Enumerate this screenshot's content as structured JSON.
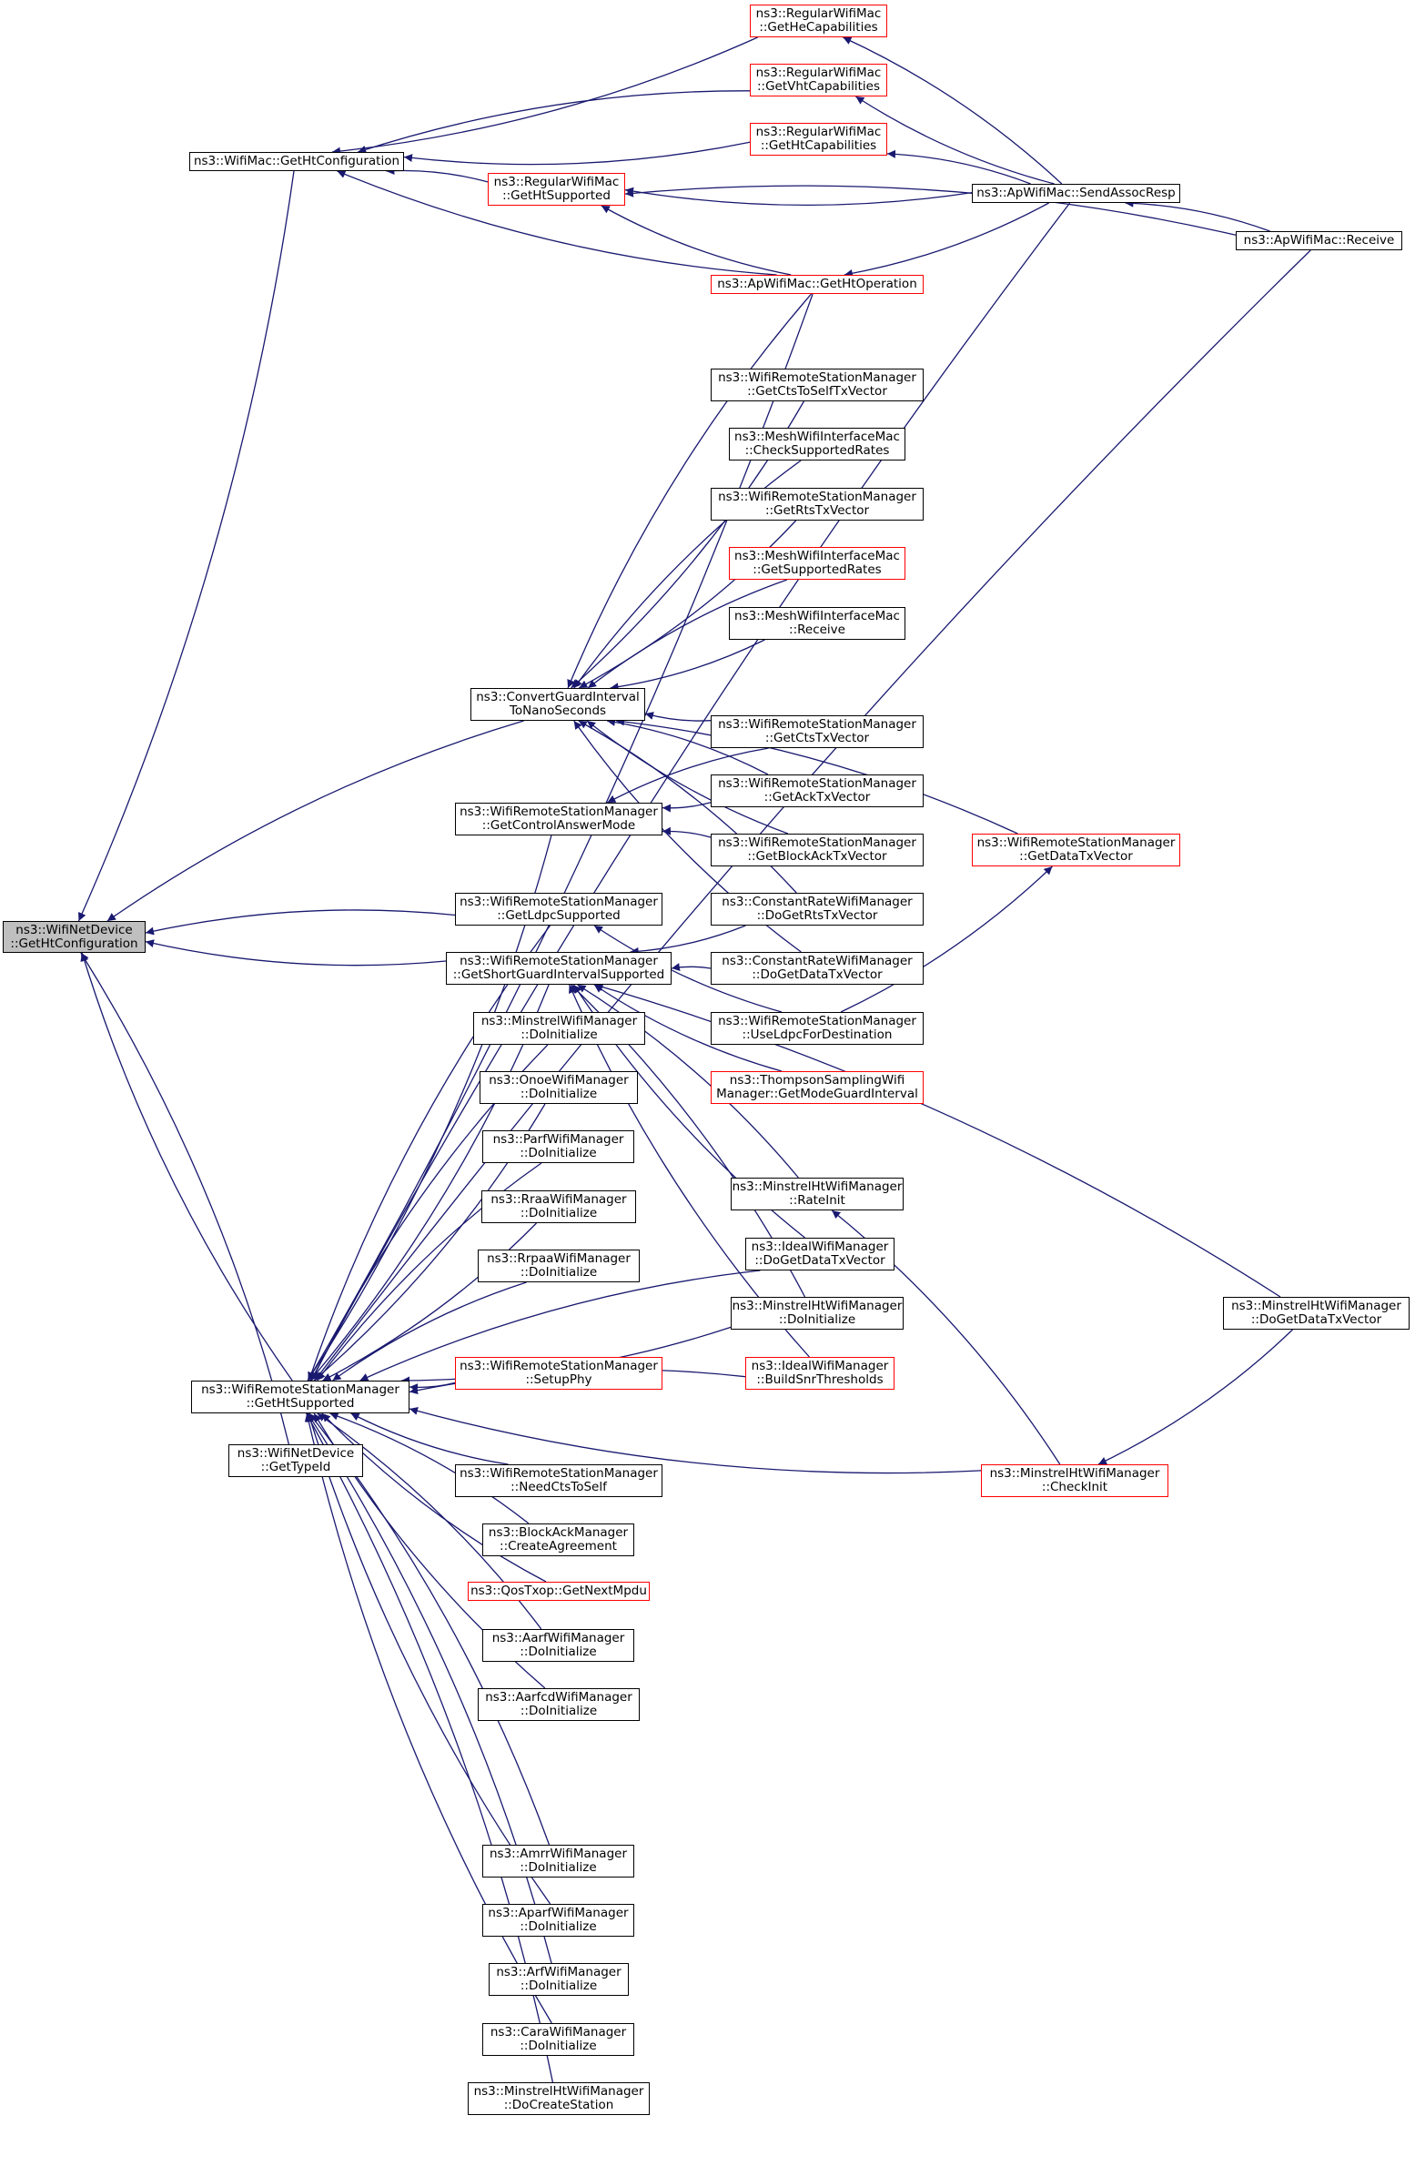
{
  "graph": {
    "edge_color": "#191970",
    "root_fill": "#bfbfbf",
    "nodes": {
      "root": {
        "lines": [
          "ns3::WifiNetDevice",
          "::GetHtConfiguration"
        ],
        "border": "#000000"
      },
      "mac_get_ht_config": {
        "lines": [
          "ns3::WifiMac::GetHtConfiguration"
        ],
        "border": "#000000"
      },
      "rwm_get_he_caps": {
        "lines": [
          "ns3::RegularWifiMac",
          "::GetHeCapabilities"
        ],
        "border": "#ff0000"
      },
      "rwm_get_vht_caps": {
        "lines": [
          "ns3::RegularWifiMac",
          "::GetVhtCapabilities"
        ],
        "border": "#ff0000"
      },
      "rwm_get_ht_caps": {
        "lines": [
          "ns3::RegularWifiMac",
          "::GetHtCapabilities"
        ],
        "border": "#ff0000"
      },
      "rwm_get_ht_supported": {
        "lines": [
          "ns3::RegularWifiMac",
          "::GetHtSupported"
        ],
        "border": "#ff0000"
      },
      "ap_send_assoc_resp": {
        "lines": [
          "ns3::ApWifiMac::SendAssocResp"
        ],
        "border": "#000000"
      },
      "ap_receive": {
        "lines": [
          "ns3::ApWifiMac::Receive"
        ],
        "border": "#000000"
      },
      "ap_get_ht_operation": {
        "lines": [
          "ns3::ApWifiMac::GetHtOperation"
        ],
        "border": "#ff0000"
      },
      "wrsm_get_cts_to_self": {
        "lines": [
          "ns3::WifiRemoteStationManager",
          "::GetCtsToSelfTxVector"
        ],
        "border": "#000000"
      },
      "mesh_check_rates": {
        "lines": [
          "ns3::MeshWifiInterfaceMac",
          "::CheckSupportedRates"
        ],
        "border": "#000000"
      },
      "wrsm_get_rts": {
        "lines": [
          "ns3::WifiRemoteStationManager",
          "::GetRtsTxVector"
        ],
        "border": "#000000"
      },
      "mesh_get_rates": {
        "lines": [
          "ns3::MeshWifiInterfaceMac",
          "::GetSupportedRates"
        ],
        "border": "#ff0000"
      },
      "mesh_receive": {
        "lines": [
          "ns3::MeshWifiInterfaceMac",
          "::Receive"
        ],
        "border": "#000000"
      },
      "convert_gi": {
        "lines": [
          "ns3::ConvertGuardInterval",
          "ToNanoSeconds"
        ],
        "border": "#000000"
      },
      "wrsm_get_cts": {
        "lines": [
          "ns3::WifiRemoteStationManager",
          "::GetCtsTxVector"
        ],
        "border": "#000000"
      },
      "wrsm_control_answer": {
        "lines": [
          "ns3::WifiRemoteStationManager",
          "::GetControlAnswerMode"
        ],
        "border": "#000000"
      },
      "wrsm_get_ack": {
        "lines": [
          "ns3::WifiRemoteStationManager",
          "::GetAckTxVector"
        ],
        "border": "#000000"
      },
      "wrsm_get_block_ack": {
        "lines": [
          "ns3::WifiRemoteStationManager",
          "::GetBlockAckTxVector"
        ],
        "border": "#000000"
      },
      "wrsm_get_data": {
        "lines": [
          "ns3::WifiRemoteStationManager",
          "::GetDataTxVector"
        ],
        "border": "#ff0000"
      },
      "wrsm_ldpc_supported": {
        "lines": [
          "ns3::WifiRemoteStationManager",
          "::GetLdpcSupported"
        ],
        "border": "#000000"
      },
      "crwm_rts": {
        "lines": [
          "ns3::ConstantRateWifiManager",
          "::DoGetRtsTxVector"
        ],
        "border": "#000000"
      },
      "wrsm_sgi_supported": {
        "lines": [
          "ns3::WifiRemoteStationManager",
          "::GetShortGuardIntervalSupported"
        ],
        "border": "#000000"
      },
      "crwm_data": {
        "lines": [
          "ns3::ConstantRateWifiManager",
          "::DoGetDataTxVector"
        ],
        "border": "#000000"
      },
      "minstrel_doinit": {
        "lines": [
          "ns3::MinstrelWifiManager",
          "::DoInitialize"
        ],
        "border": "#000000"
      },
      "wrsm_use_ldpc": {
        "lines": [
          "ns3::WifiRemoteStationManager",
          "::UseLdpcForDestination"
        ],
        "border": "#000000"
      },
      "thompson_gi": {
        "lines": [
          "ns3::ThompsonSamplingWifi",
          "Manager::GetModeGuardInterval"
        ],
        "border": "#ff0000"
      },
      "onoe_doinit": {
        "lines": [
          "ns3::OnoeWifiManager",
          "::DoInitialize"
        ],
        "border": "#000000"
      },
      "parf_doinit": {
        "lines": [
          "ns3::ParfWifiManager",
          "::DoInitialize"
        ],
        "border": "#000000"
      },
      "mht_rateinit": {
        "lines": [
          "ns3::MinstrelHtWifiManager",
          "::RateInit"
        ],
        "border": "#000000"
      },
      "rraa_doinit": {
        "lines": [
          "ns3::RraaWifiManager",
          "::DoInitialize"
        ],
        "border": "#000000"
      },
      "ideal_data": {
        "lines": [
          "ns3::IdealWifiManager",
          "::DoGetDataTxVector"
        ],
        "border": "#000000"
      },
      "rrpaa_doinit": {
        "lines": [
          "ns3::RrpaaWifiManager",
          "::DoInitialize"
        ],
        "border": "#000000"
      },
      "mht_doinit": {
        "lines": [
          "ns3::MinstrelHtWifiManager",
          "::DoInitialize"
        ],
        "border": "#000000"
      },
      "mht_data": {
        "lines": [
          "ns3::MinstrelHtWifiManager",
          "::DoGetDataTxVector"
        ],
        "border": "#000000"
      },
      "wrsm_ht_supported": {
        "lines": [
          "ns3::WifiRemoteStationManager",
          "::GetHtSupported"
        ],
        "border": "#000000"
      },
      "wrsm_setup_phy": {
        "lines": [
          "ns3::WifiRemoteStationManager",
          "::SetupPhy"
        ],
        "border": "#ff0000"
      },
      "ideal_snr": {
        "lines": [
          "ns3::IdealWifiManager",
          "::BuildSnrThresholds"
        ],
        "border": "#ff0000"
      },
      "wnd_get_type": {
        "lines": [
          "ns3::WifiNetDevice",
          "::GetTypeId"
        ],
        "border": "#000000"
      },
      "wrsm_need_cts": {
        "lines": [
          "ns3::WifiRemoteStationManager",
          "::NeedCtsToSelf"
        ],
        "border": "#000000"
      },
      "mht_checkinit": {
        "lines": [
          "ns3::MinstrelHtWifiManager",
          "::CheckInit"
        ],
        "border": "#ff0000"
      },
      "block_ack": {
        "lines": [
          "ns3::BlockAckManager",
          "::CreateAgreement"
        ],
        "border": "#000000"
      },
      "qos_next_mpdu": {
        "lines": [
          "ns3::QosTxop::GetNextMpdu"
        ],
        "border": "#ff0000"
      },
      "aarf_doinit": {
        "lines": [
          "ns3::AarfWifiManager",
          "::DoInitialize"
        ],
        "border": "#000000"
      },
      "aarfcd_doinit": {
        "lines": [
          "ns3::AarfcdWifiManager",
          "::DoInitialize"
        ],
        "border": "#000000"
      },
      "amrr_doinit": {
        "lines": [
          "ns3::AmrrWifiManager",
          "::DoInitialize"
        ],
        "border": "#000000"
      },
      "aparf_doinit": {
        "lines": [
          "ns3::AparfWifiManager",
          "::DoInitialize"
        ],
        "border": "#000000"
      },
      "arf_doinit": {
        "lines": [
          "ns3::ArfWifiManager",
          "::DoInitialize"
        ],
        "border": "#000000"
      },
      "cara_doinit": {
        "lines": [
          "ns3::CaraWifiManager",
          "::DoInitialize"
        ],
        "border": "#000000"
      },
      "mht_create_station": {
        "lines": [
          "ns3::MinstrelHtWifiManager",
          "::DoCreateStation"
        ],
        "border": "#000000"
      }
    },
    "edges": [
      [
        "mac_get_ht_config",
        "root"
      ],
      [
        "wrsm_ldpc_supported",
        "root"
      ],
      [
        "wrsm_sgi_supported",
        "root"
      ],
      [
        "convert_gi",
        "root"
      ],
      [
        "wrsm_ht_supported",
        "root"
      ],
      [
        "wnd_get_type",
        "root"
      ],
      [
        "rwm_get_he_caps",
        "mac_get_ht_config"
      ],
      [
        "rwm_get_vht_caps",
        "mac_get_ht_config"
      ],
      [
        "rwm_get_ht_caps",
        "mac_get_ht_config"
      ],
      [
        "rwm_get_ht_supported",
        "mac_get_ht_config"
      ],
      [
        "ap_get_ht_operation",
        "mac_get_ht_config"
      ],
      [
        "ap_send_assoc_resp",
        "rwm_get_he_caps"
      ],
      [
        "ap_send_assoc_resp",
        "rwm_get_vht_caps"
      ],
      [
        "ap_send_assoc_resp",
        "rwm_get_ht_caps"
      ],
      [
        "ap_send_assoc_resp",
        "rwm_get_ht_supported"
      ],
      [
        "ap_receive",
        "rwm_get_ht_supported"
      ],
      [
        "ap_get_ht_operation",
        "rwm_get_ht_supported"
      ],
      [
        "ap_receive",
        "ap_send_assoc_resp"
      ],
      [
        "ap_send_assoc_resp",
        "ap_get_ht_operation"
      ],
      [
        "ap_get_ht_operation",
        "convert_gi"
      ],
      [
        "wrsm_get_cts_to_self",
        "convert_gi"
      ],
      [
        "mesh_check_rates",
        "convert_gi"
      ],
      [
        "wrsm_get_rts",
        "convert_gi"
      ],
      [
        "mesh_get_rates",
        "convert_gi"
      ],
      [
        "mesh_receive",
        "convert_gi"
      ],
      [
        "wrsm_get_data",
        "convert_gi"
      ],
      [
        "wrsm_get_cts",
        "convert_gi"
      ],
      [
        "wrsm_get_ack",
        "convert_gi"
      ],
      [
        "wrsm_get_block_ack",
        "convert_gi"
      ],
      [
        "crwm_rts",
        "convert_gi"
      ],
      [
        "crwm_data",
        "convert_gi"
      ],
      [
        "wrsm_get_cts",
        "wrsm_control_answer"
      ],
      [
        "wrsm_get_ack",
        "wrsm_control_answer"
      ],
      [
        "wrsm_get_block_ack",
        "wrsm_control_answer"
      ],
      [
        "wrsm_use_ldpc",
        "wrsm_ldpc_supported"
      ],
      [
        "wrsm_use_ldpc",
        "wrsm_get_data"
      ],
      [
        "crwm_rts",
        "wrsm_sgi_supported"
      ],
      [
        "crwm_data",
        "wrsm_sgi_supported"
      ],
      [
        "thompson_gi",
        "wrsm_sgi_supported"
      ],
      [
        "mht_rateinit",
        "wrsm_sgi_supported"
      ],
      [
        "ideal_data",
        "wrsm_sgi_supported"
      ],
      [
        "mht_doinit",
        "wrsm_sgi_supported"
      ],
      [
        "ideal_snr",
        "wrsm_sgi_supported"
      ],
      [
        "mht_data",
        "wrsm_sgi_supported"
      ],
      [
        "mht_data",
        "mht_checkinit"
      ],
      [
        "mht_checkinit",
        "mht_rateinit"
      ],
      [
        "ap_get_ht_operation",
        "wrsm_ht_supported"
      ],
      [
        "ap_send_assoc_resp",
        "wrsm_ht_supported"
      ],
      [
        "wrsm_control_answer",
        "wrsm_ht_supported"
      ],
      [
        "wrsm_ldpc_supported",
        "wrsm_ht_supported"
      ],
      [
        "wrsm_sgi_supported",
        "wrsm_ht_supported"
      ],
      [
        "minstrel_doinit",
        "wrsm_ht_supported"
      ],
      [
        "onoe_doinit",
        "wrsm_ht_supported"
      ],
      [
        "parf_doinit",
        "wrsm_ht_supported"
      ],
      [
        "rraa_doinit",
        "wrsm_ht_supported"
      ],
      [
        "rrpaa_doinit",
        "wrsm_ht_supported"
      ],
      [
        "wrsm_setup_phy",
        "wrsm_ht_supported"
      ],
      [
        "ideal_data",
        "wrsm_ht_supported"
      ],
      [
        "mht_doinit",
        "wrsm_ht_supported"
      ],
      [
        "ap_receive",
        "wrsm_ht_supported"
      ],
      [
        "wrsm_need_cts",
        "wrsm_ht_supported"
      ],
      [
        "block_ack",
        "wrsm_ht_supported"
      ],
      [
        "qos_next_mpdu",
        "wrsm_ht_supported"
      ],
      [
        "aarf_doinit",
        "wrsm_ht_supported"
      ],
      [
        "aarfcd_doinit",
        "wrsm_ht_supported"
      ],
      [
        "ideal_snr",
        "wrsm_ht_supported"
      ],
      [
        "mht_checkinit",
        "wrsm_ht_supported"
      ],
      [
        "amrr_doinit",
        "wrsm_ht_supported"
      ],
      [
        "aparf_doinit",
        "wrsm_ht_supported"
      ],
      [
        "arf_doinit",
        "wrsm_ht_supported"
      ],
      [
        "cara_doinit",
        "wrsm_ht_supported"
      ],
      [
        "mht_create_station",
        "wrsm_ht_supported"
      ]
    ]
  }
}
